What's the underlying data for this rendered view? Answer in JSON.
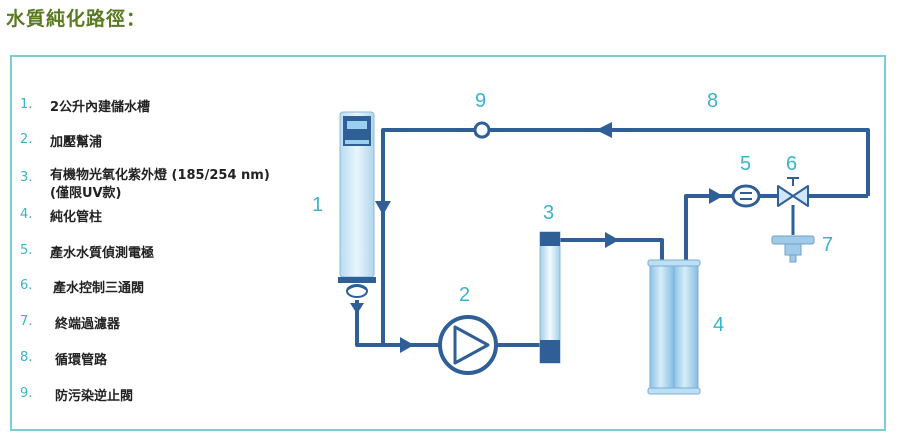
{
  "title": "水質純化路徑：",
  "legend": [
    {
      "num": "1.",
      "label": "2公升內建儲水槽"
    },
    {
      "num": "2.",
      "label": "加壓幫浦"
    },
    {
      "num": "3.",
      "label": "有機物光氧化紫外燈 (185/254 nm)",
      "sub": "(僅限UV款)"
    },
    {
      "num": "4.",
      "label": "純化管柱"
    },
    {
      "num": "5.",
      "label": "產水水質偵測電極"
    },
    {
      "num": "6.",
      "label": "產水控制三通閥"
    },
    {
      "num": "7.",
      "label": "終端過濾器"
    },
    {
      "num": "8.",
      "label": "循環管路"
    },
    {
      "num": "9.",
      "label": "防污染逆止閥"
    }
  ],
  "callouts": {
    "c1": "1",
    "c2": "2",
    "c3": "3",
    "c4": "4",
    "c5": "5",
    "c6": "6",
    "c7": "7",
    "c8": "8",
    "c9": "9"
  },
  "colors": {
    "pipe": "#2f5f96",
    "accent": "#3ab4c9",
    "title": "#5a7a22",
    "frame": "#7ccbd6"
  }
}
